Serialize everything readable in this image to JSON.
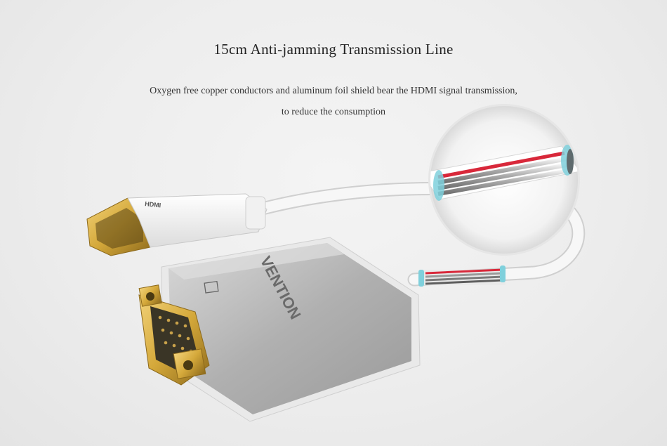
{
  "heading": {
    "title": "15cm Anti-jamming Transmission Line",
    "line1": "Oxygen free copper conductors and aluminum foil shield bear the HDMI signal transmission,",
    "line2": "to reduce the consumption"
  },
  "product": {
    "brand_logo": "VENTION",
    "hdmi_plug_mark": "HDMI"
  },
  "colors": {
    "background": "#ececec",
    "aluminum": "#b5b5b5",
    "gold": "#d4a83a",
    "cable_white": "#f7f7f7",
    "wire_red": "#d8283a",
    "shield_cyan": "#7fd0dc"
  }
}
